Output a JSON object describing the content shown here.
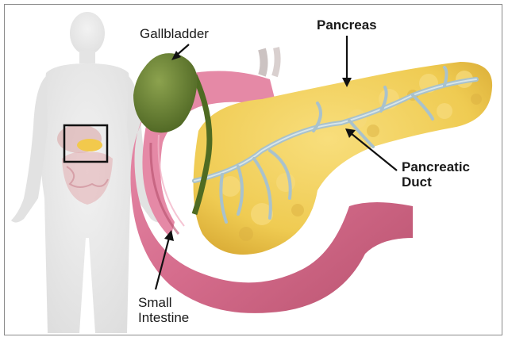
{
  "labels": {
    "gallbladder": "Gallbladder",
    "pancreas": "Pancreas",
    "pancreatic_duct": [
      "Pancreatic",
      "Duct"
    ],
    "small_intestine": [
      "Small",
      "Intestine"
    ]
  },
  "colors": {
    "pancreas": "#f2cf5a",
    "duct": "#b9cdd6",
    "intestine": "#d9708f",
    "gallbladder": "#5f7a2e",
    "silhouette": "#e6e6e6"
  }
}
